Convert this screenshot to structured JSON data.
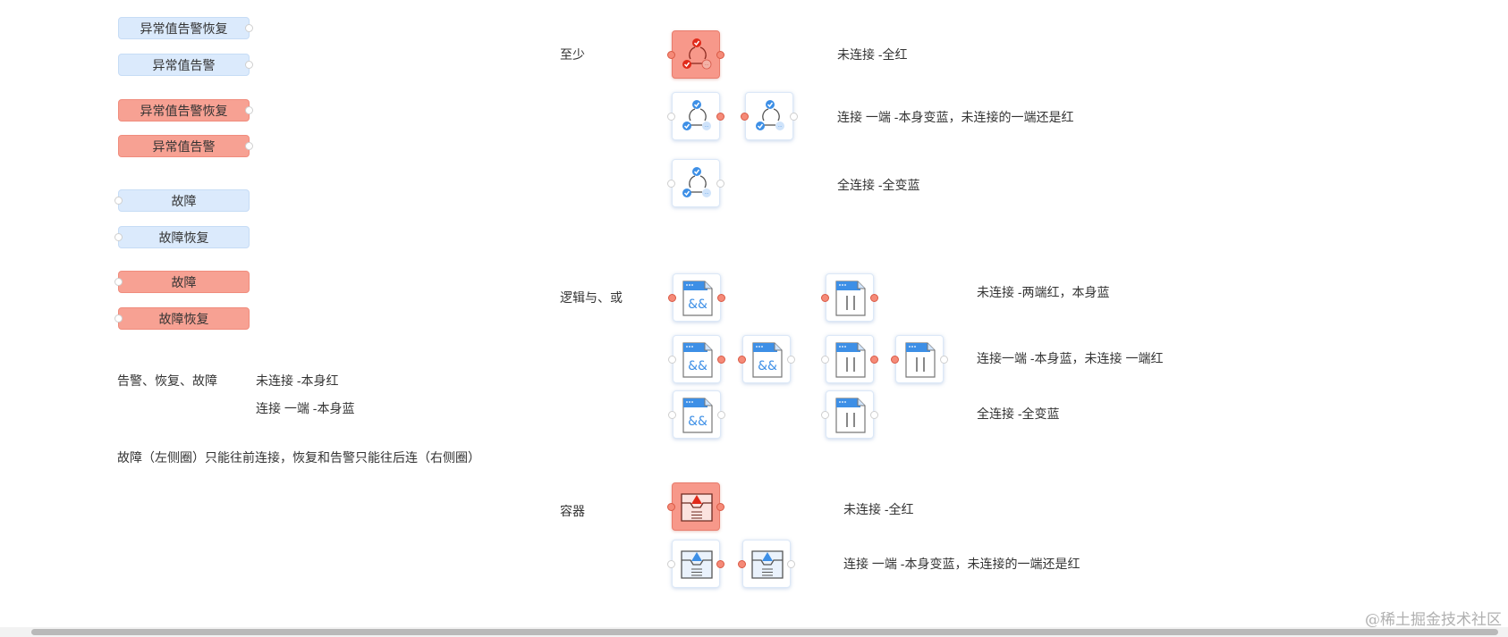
{
  "pills": [
    {
      "label": "异常值告警恢复",
      "style": "blue",
      "port": "right"
    },
    {
      "label": "异常值告警",
      "style": "blue",
      "port": "right"
    },
    {
      "label": "异常值告警恢复",
      "style": "red",
      "port": "right"
    },
    {
      "label": "异常值告警",
      "style": "red",
      "port": "right"
    },
    {
      "label": "故障",
      "style": "blue",
      "port": "left"
    },
    {
      "label": "故障恢复",
      "style": "blue",
      "port": "left"
    },
    {
      "label": "故障",
      "style": "red",
      "port": "left"
    },
    {
      "label": "故障恢复",
      "style": "red",
      "port": "left"
    }
  ],
  "left_notes": {
    "category": "告警、恢复、故障",
    "unconnected": "未连接 -本身红",
    "connected_one": "连接 一端 -本身蓝",
    "rule": "故障（左侧圈）只能往前连接，恢复和告警只能往后连（右侧圈）"
  },
  "sections": {
    "atleast": {
      "title": "至少",
      "desc_unconnected": "未连接 -全红",
      "desc_one": "连接 一端 -本身变蓝，未连接的一端还是红",
      "desc_all": "全连接 -全变蓝"
    },
    "logic": {
      "title": "逻辑与、或",
      "desc_unconnected": "未连接 -两端红，本身蓝",
      "desc_one": "连接一端 -本身蓝，未连接 一端红",
      "desc_all": "全连接 -全变蓝"
    },
    "container": {
      "title": "容器",
      "desc_unconnected": "未连接 -全红",
      "desc_one": "连接 一端 -本身变蓝，未连接的一端还是红"
    }
  },
  "icons": {
    "atleast": "cycle-check-icon",
    "and": "and-operator-icon",
    "or": "or-operator-icon",
    "container": "inbox-alert-icon"
  },
  "colors": {
    "blue_fill": "#dbeafc",
    "red_fill": "#f7a193",
    "port_red": "#f58a78",
    "icon_blue": "#3d8fe6",
    "icon_red": "#e02a1a"
  },
  "watermark": "@稀土掘金技术社区"
}
